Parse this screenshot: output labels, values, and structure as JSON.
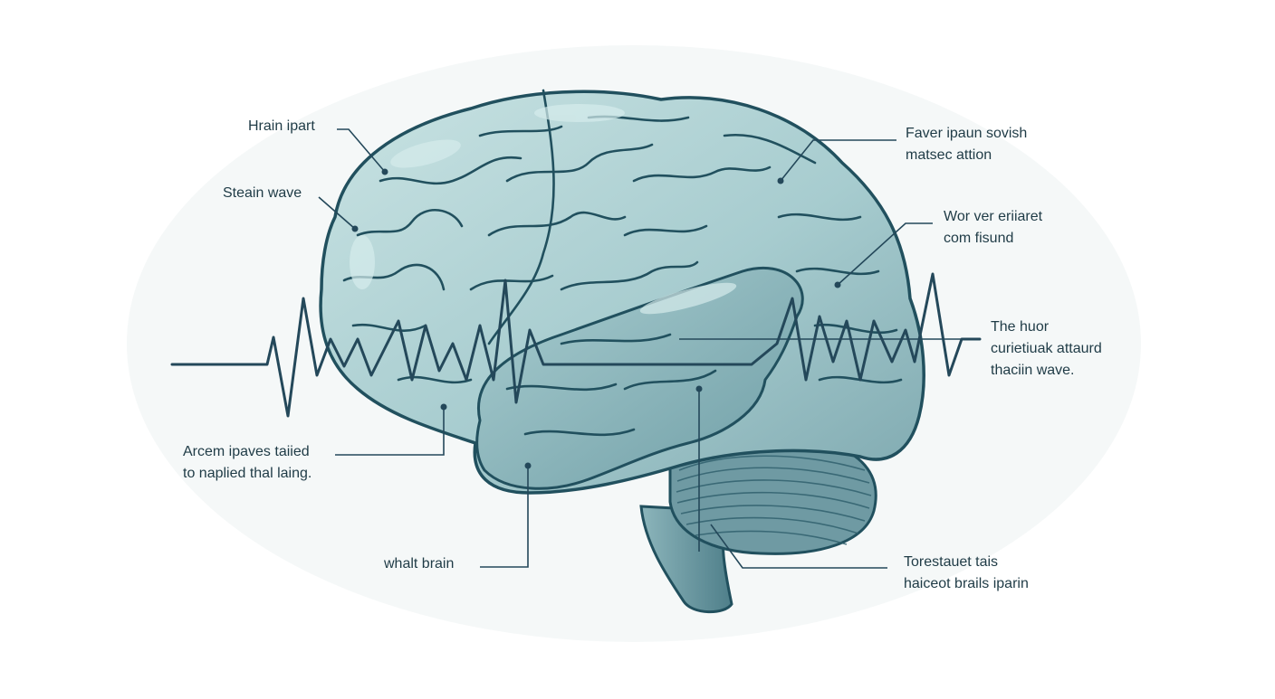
{
  "colors": {
    "brain_fill": "#a9cdd0",
    "brain_fill_light": "#c3e0e0",
    "brain_fill_dark": "#6f9ea6",
    "outline": "#21505e",
    "wave": "#24485a",
    "text": "#1f3b46"
  },
  "labels": [
    {
      "id": "brain-part",
      "lines": [
        "Hrain ipart"
      ]
    },
    {
      "id": "steain-wave",
      "lines": [
        "Steain wave"
      ]
    },
    {
      "id": "arcem-ipaves",
      "lines": [
        "Arcem ipaves taiied",
        "to naplied thal laing."
      ]
    },
    {
      "id": "whalt-brain",
      "lines": [
        "whalt brain"
      ]
    },
    {
      "id": "faver-ipaun",
      "lines": [
        "Faver ipaun sovish",
        "matsec attion"
      ]
    },
    {
      "id": "worver-eriiaret",
      "lines": [
        "Wor ver eriiaret",
        "com fisund"
      ]
    },
    {
      "id": "the-huor",
      "lines": [
        "The huor",
        "curietiuak attaurd",
        "thaciin wave."
      ]
    },
    {
      "id": "torestauet",
      "lines": [
        "Torestauet tais",
        "haiceot brails iparin"
      ]
    }
  ]
}
